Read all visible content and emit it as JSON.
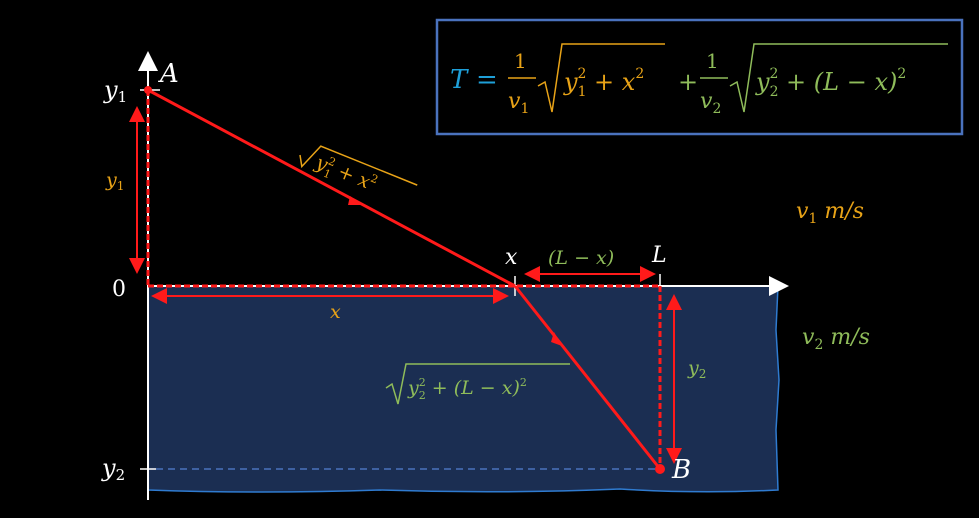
{
  "colors": {
    "orange": "#e8a317",
    "green": "#8fbc5a",
    "blue": "#1e9fd8",
    "red": "#ff1a1a",
    "white": "#ffffff",
    "box": "#4a72bd",
    "water": "#1b2e52"
  },
  "formula": {
    "T": "T",
    "eq": "=",
    "one": "1",
    "v1": "v",
    "sub1": "1",
    "v2": "v",
    "sub2": "2",
    "rad1_y": "y",
    "rad1_ysub": "1",
    "rad1_ysup": "2",
    "rad1_rest": " + x",
    "rad1_xsup": "2",
    "plus": "+",
    "rad2_y": "y",
    "rad2_ysub": "2",
    "rad2_ysup": "2",
    "rad2_rest": " + (L − x)",
    "rad2_sup": "2"
  },
  "labels": {
    "A": "A",
    "B": "B",
    "x_top": "x",
    "L": "L",
    "L_minus_x": "(L − x)",
    "zero": "0",
    "y1_axis": "y",
    "y1_axis_sub": "1",
    "y2_axis": "y",
    "y2_axis_sub": "2",
    "y1_len": "y",
    "y1_len_sub": "1",
    "y2_len": "y",
    "y2_len_sub": "2",
    "x_len": "x",
    "v1_speed": "v",
    "v1_sub": "1",
    "v1_unit": " m/s",
    "v2_speed": "v",
    "v2_sub": "2",
    "v2_unit": " m/s",
    "path1_y": "y",
    "path1_ysub": "1",
    "path1_ysup": "2",
    "path1_rest": " + x",
    "path1_xsup": "2",
    "path2_y": "y",
    "path2_ysub": "2",
    "path2_ysup": "2",
    "path2_rest": " + (L − x)",
    "path2_sup": "2"
  }
}
